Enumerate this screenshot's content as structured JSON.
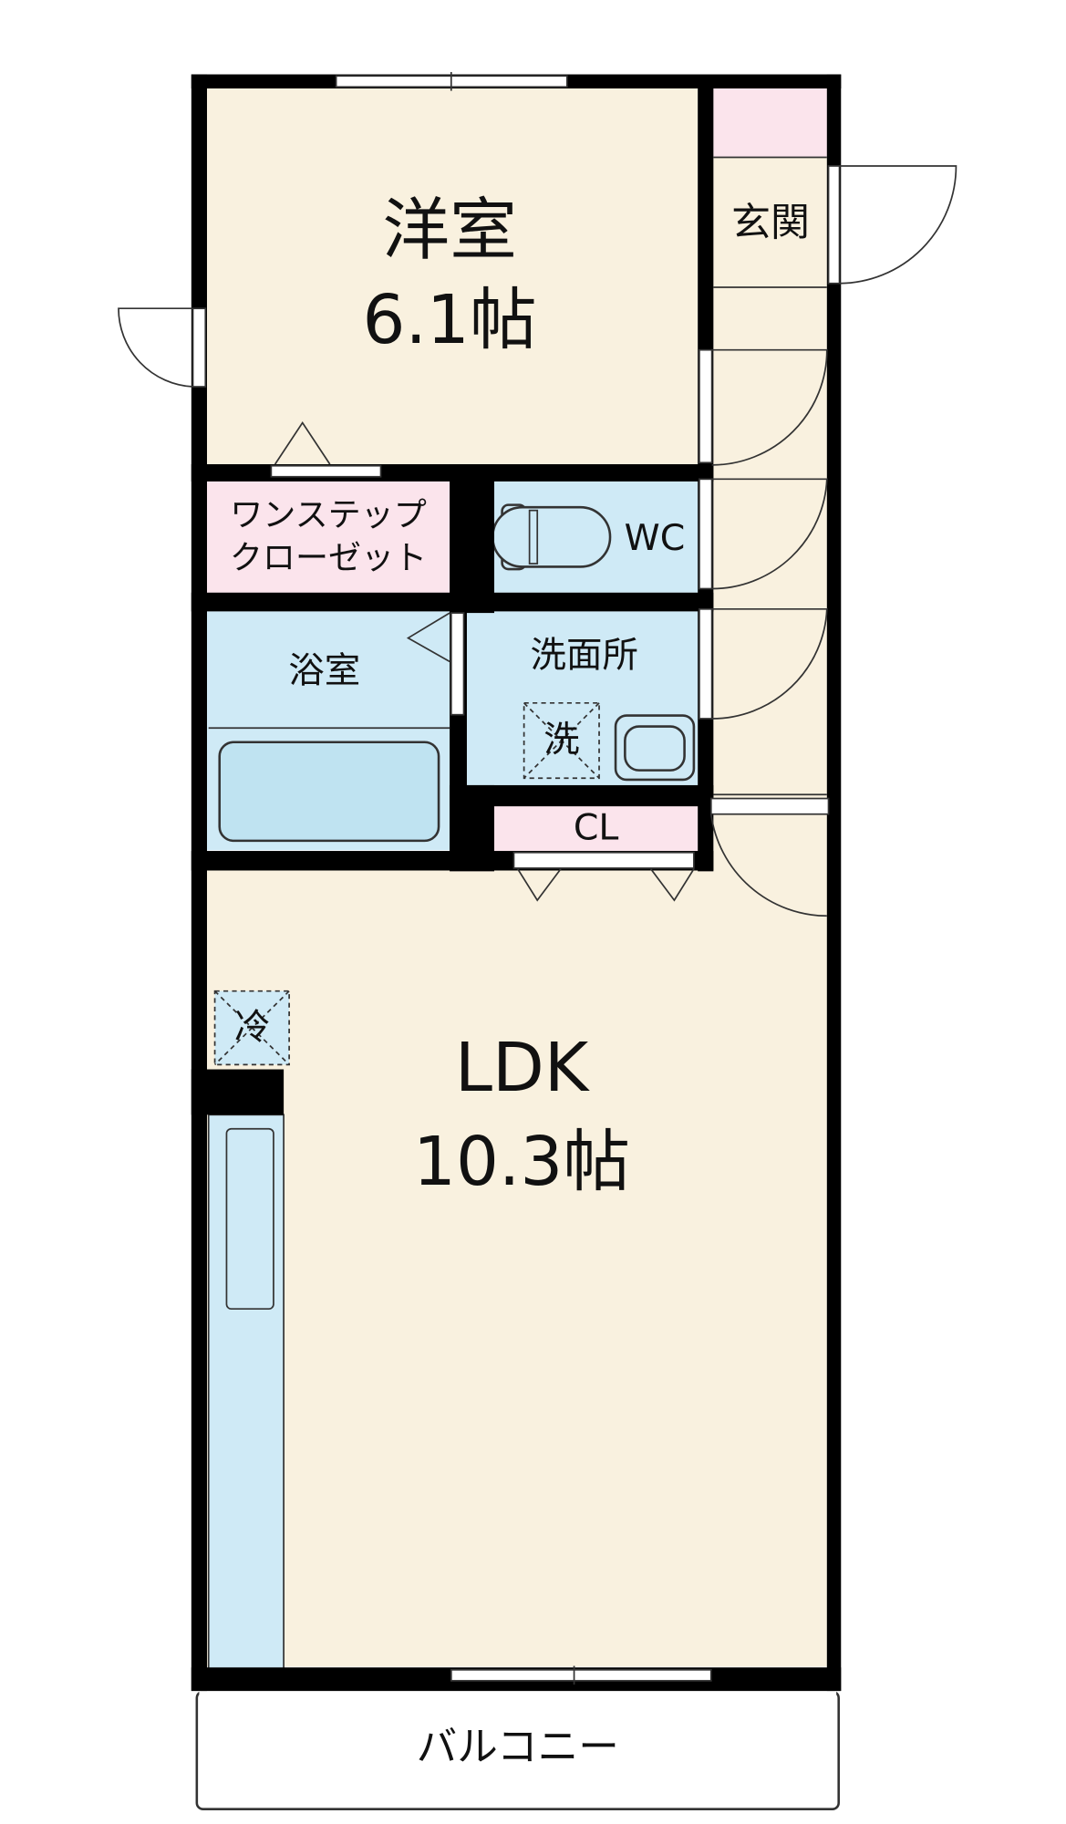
{
  "rooms": {
    "western_room": {
      "name": "洋室",
      "size": "6.1帖"
    },
    "entrance": {
      "name": "玄関"
    },
    "closet_onestep": {
      "line1": "ワンステップ",
      "line2": "クローゼット"
    },
    "wc": {
      "name": "WC"
    },
    "bathroom": {
      "name": "浴室"
    },
    "washroom": {
      "name": "洗面所"
    },
    "washer": {
      "symbol": "洗"
    },
    "closet": {
      "name": "CL"
    },
    "ldk": {
      "name": "LDK",
      "size": "10.3帖"
    },
    "fridge": {
      "symbol": "冷"
    },
    "balcony": {
      "name": "バルコニー"
    }
  },
  "colors": {
    "wall": "#000000",
    "floor_beige": "#f9f1df",
    "wet_blue": "#cfeaf6",
    "closet_pink": "#fbe4ec",
    "fixture_blue": "#bfe3f1",
    "door_line": "#333333"
  }
}
